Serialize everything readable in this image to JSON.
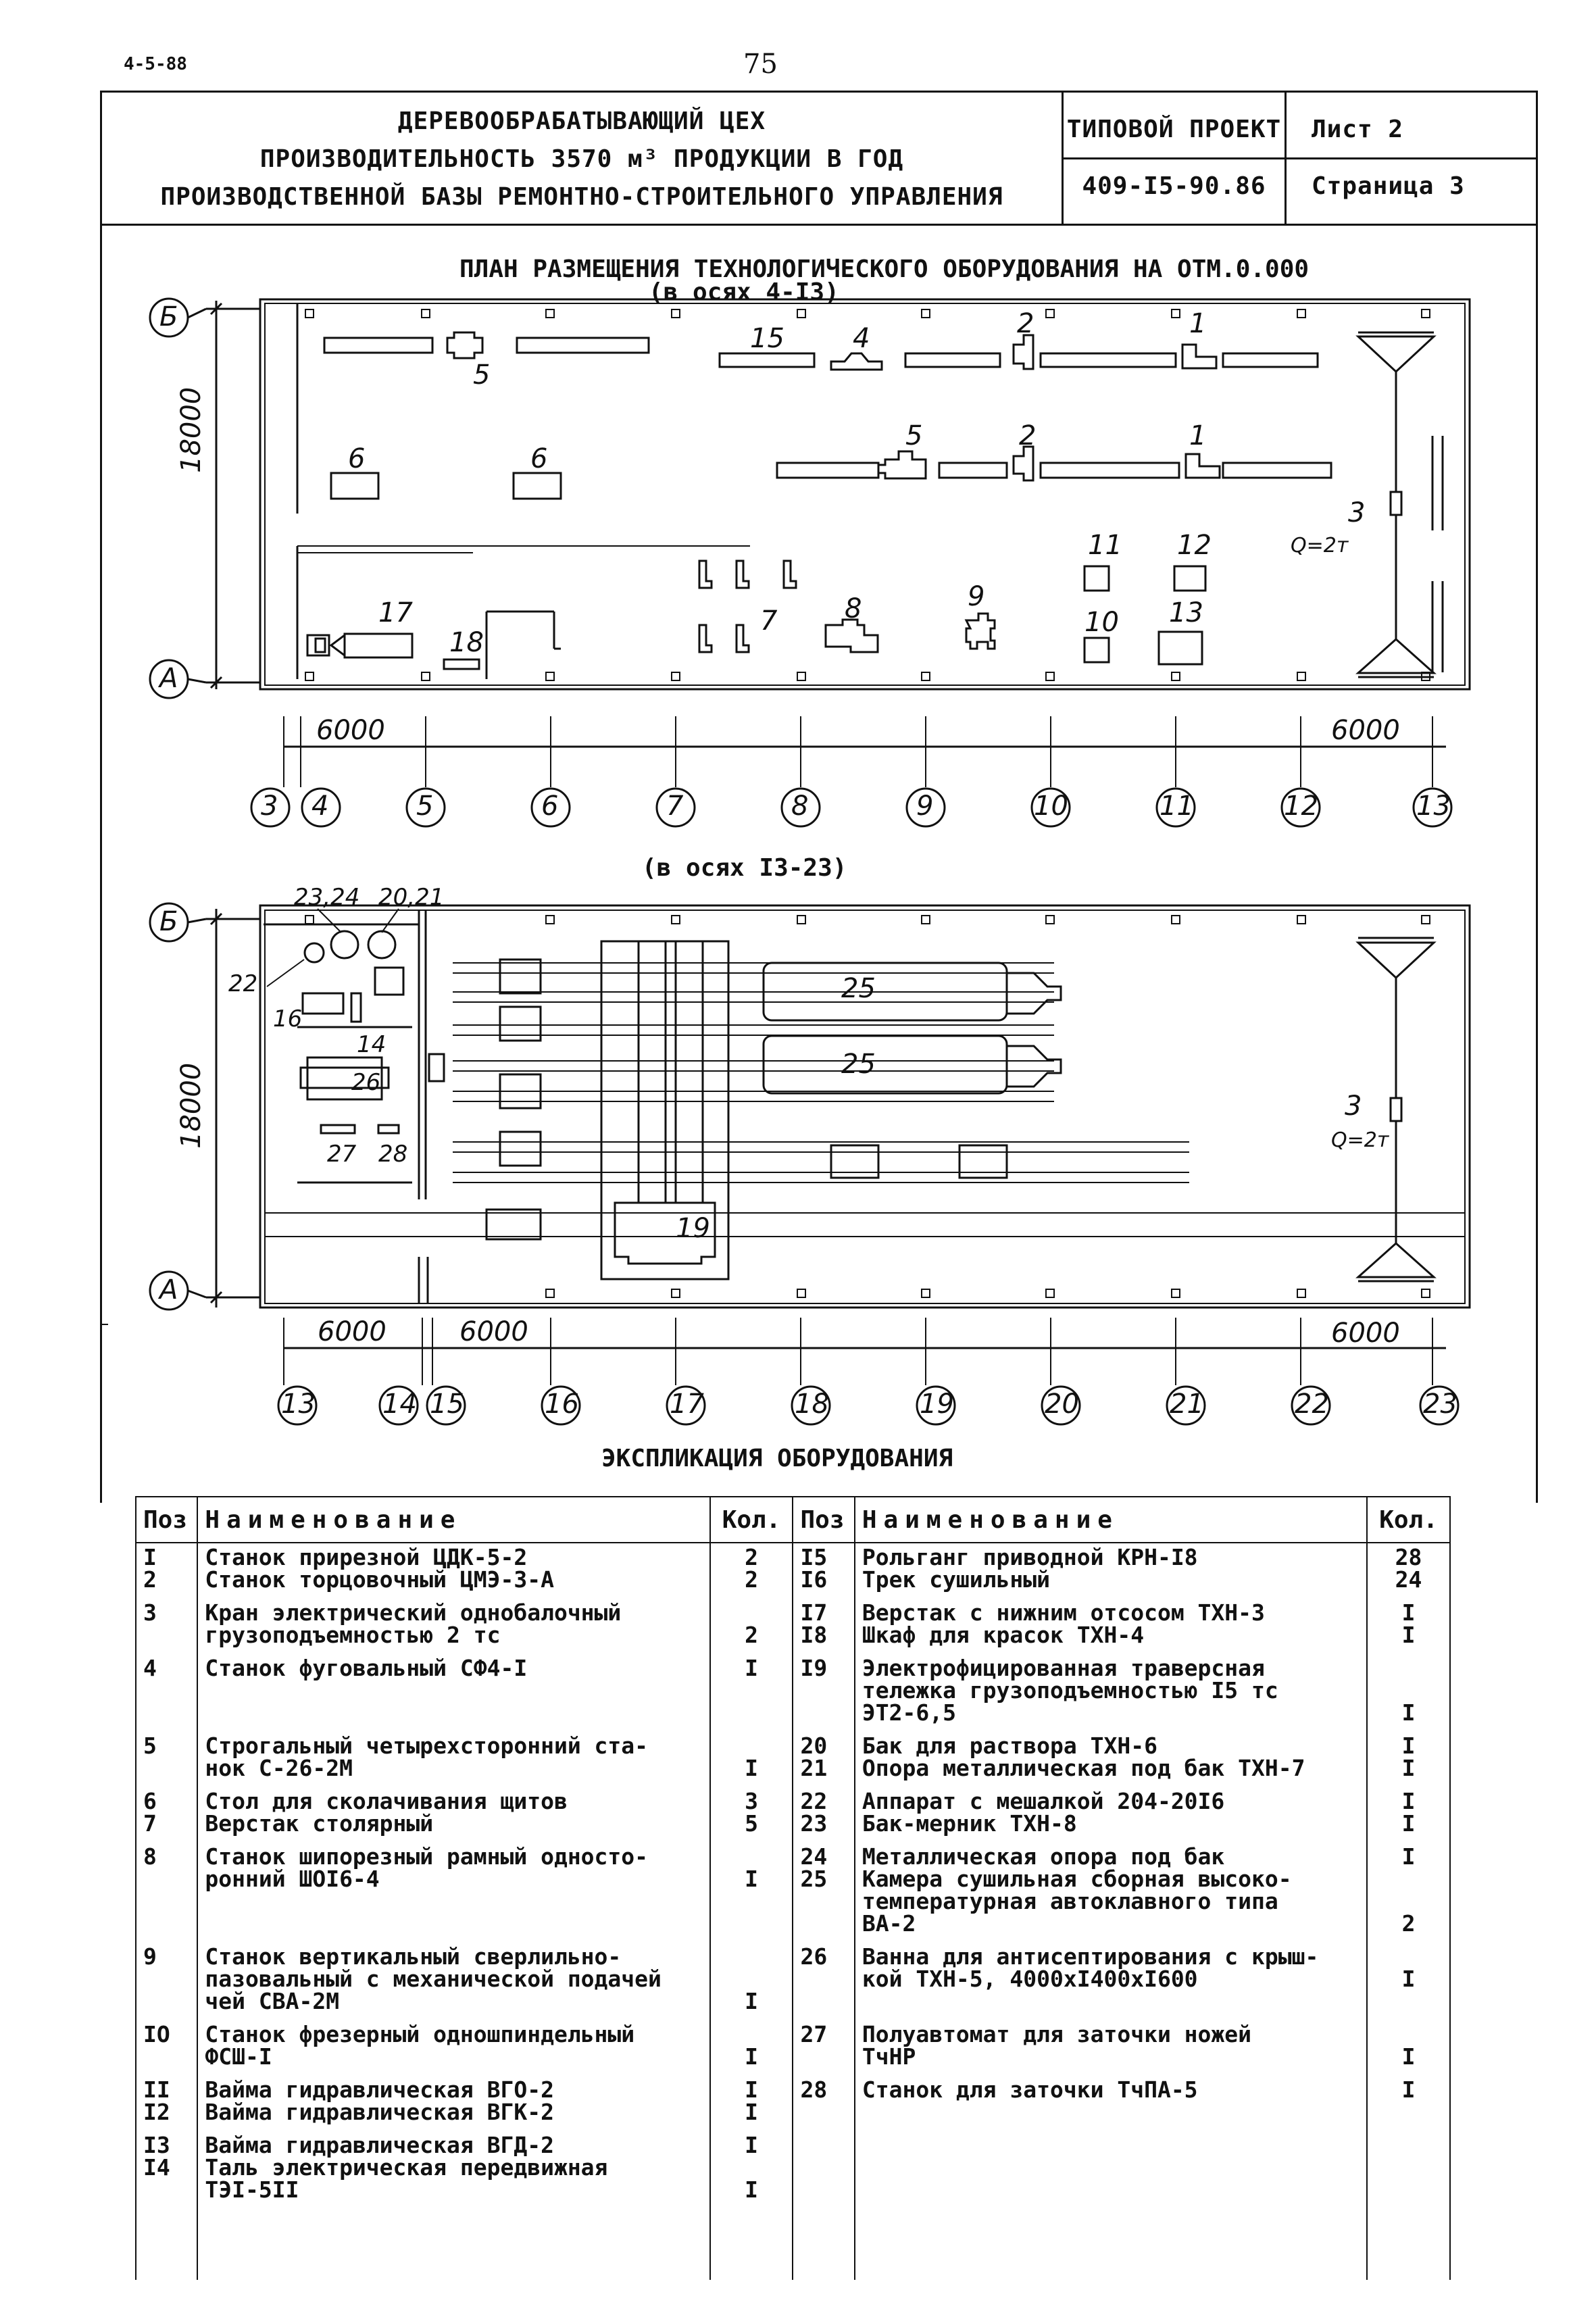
{
  "top_left_code": "4-5-88",
  "page_number": "75",
  "header": {
    "title_lines": [
      "ДЕРЕВООБРАБАТЫВАЮЩИЙ ЦЕХ",
      "ПРОИЗВОДИТЕЛЬНОСТЬ 3570 м³ ПРОДУКЦИИ В ГОД",
      "ПРОИЗВОДСТВЕННОЙ БАЗЫ РЕМОНТНО-СТРОИТЕЛЬНОГО УПРАВЛЕНИЯ"
    ],
    "project_label": "ТИПОВОЙ ПРОЕКТ",
    "project_number": "409-I5-90.86",
    "sheet": "Лист 2",
    "page": "Страница 3"
  },
  "plan1": {
    "title": "ПЛАН РАЗМЕЩЕНИЯ ТЕХНОЛОГИЧЕСКОГО ОБОРУДОВАНИЯ НА ОТМ.0.000",
    "subtitle": "(в осях 4-I3)",
    "row_axes": [
      "Б",
      "А"
    ],
    "height_dim": "18000",
    "dim_left": "6000",
    "dim_right": "6000",
    "crane_capacity": "Q=2т",
    "col_axes": [
      "3",
      "4",
      "5",
      "6",
      "7",
      "8",
      "9",
      "10",
      "11",
      "12",
      "13"
    ],
    "labels": [
      "5",
      "15",
      "4",
      "2",
      "1",
      "6",
      "6",
      "5",
      "2",
      "1",
      "3",
      "11",
      "12",
      "17",
      "18",
      "7",
      "8",
      "9",
      "10",
      "13"
    ]
  },
  "plan2": {
    "subtitle": "(в осях I3-23)",
    "row_axes": [
      "Б",
      "А"
    ],
    "height_dim": "18000",
    "dim_left": "6000",
    "dim_mid": "6000",
    "dim_right": "6000",
    "crane_capacity": "Q=2т",
    "col_axes": [
      "13",
      "14",
      "15",
      "16",
      "17",
      "18",
      "19",
      "20",
      "21",
      "22",
      "23"
    ],
    "labels": [
      "23,24",
      "20,21",
      "22",
      "16",
      "14",
      "26",
      "27",
      "28",
      "25",
      "25",
      "19",
      "3"
    ]
  },
  "explication": {
    "title": "ЭКСПЛИКАЦИЯ ОБОРУДОВАНИЯ",
    "col_pos": "Поз",
    "col_name": "Наименование",
    "col_qty": "Кол.",
    "left": [
      {
        "pos": "I\n2",
        "name": "Станок прирезной ЦДК-5-2\nСтанок торцовочный ЦМЭ-3-А",
        "qty": "2\n2"
      },
      {
        "pos": "3",
        "name": "Кран электрический однобалочный\nгрузоподъемностью 2 тс",
        "qty": "\n2"
      },
      {
        "pos": "4",
        "name": "Станок фуговальный СФ4-I",
        "qty": "I"
      },
      {
        "pos": "5",
        "name": "Строгальный четырехсторонний ста-\nнок С-26-2М",
        "qty": "\nI"
      },
      {
        "pos": "6\n7",
        "name": "Стол для сколачивания щитов\nВерстак столярный",
        "qty": "3\n5"
      },
      {
        "pos": "8",
        "name": "Станок шипорезный рамный односто-\nронний ШОI6-4",
        "qty": "\nI"
      },
      {
        "pos": "9",
        "name": "Станок вертикальный сверлильно-\nпазовальный с механической подачей\nчей СВА-2М",
        "qty": "\n\nI"
      },
      {
        "pos": "IO",
        "name": "Станок фрезерный одношпиндельный\nФСШ-I",
        "qty": "\nI"
      },
      {
        "pos": "II\nI2",
        "name": "Ваймa гидравлическая ВГО-2\nВайма гидравлическая ВГК-2",
        "qty": "I\nI"
      },
      {
        "pos": "I3\nI4",
        "name": "Вайма гидравлическая ВГД-2\nТаль электрическая передвижная\nТЭI-5II",
        "qty": "I\n\nI"
      }
    ],
    "right": [
      {
        "pos": "I5\nI6",
        "name": "Рольганг приводной КРН-I8\nТрек сушильный",
        "qty": "28\n24"
      },
      {
        "pos": "I7\nI8",
        "name": "Верстак с нижним отсосом ТХН-3\nШкаф для красок ТХН-4",
        "qty": "I\nI"
      },
      {
        "pos": "I9",
        "name": "Электрофицированная траверсная\nтележка грузоподъемностью I5 тс\nЭТ2-6,5",
        "qty": "\n\nI"
      },
      {
        "pos": "20\n21",
        "name": "Бак для раствора ТХН-6\nОпора металлическая под бак ТХН-7",
        "qty": "I\nI"
      },
      {
        "pos": "22\n23",
        "name": "Аппарат с мешалкой 204-20I6\nБак-мерник ТХН-8",
        "qty": "I\nI"
      },
      {
        "pos": "24\n25",
        "name": "Металлическая опора под бак\nКамера сушильная сборная высоко-\nтемпературная автоклавного типа\nВА-2",
        "qty": "I\n\n\n2"
      },
      {
        "pos": "26",
        "name": "Ванна для антисептирования с крыш-\nкой ТХН-5, 4000xI400xI600",
        "qty": "\nI"
      },
      {
        "pos": "27",
        "name": "Полуавтомат для заточки ножей\nТчНР",
        "qty": "\nI"
      },
      {
        "pos": "28",
        "name": "Станок для заточки ТчПА-5",
        "qty": "I"
      }
    ]
  }
}
